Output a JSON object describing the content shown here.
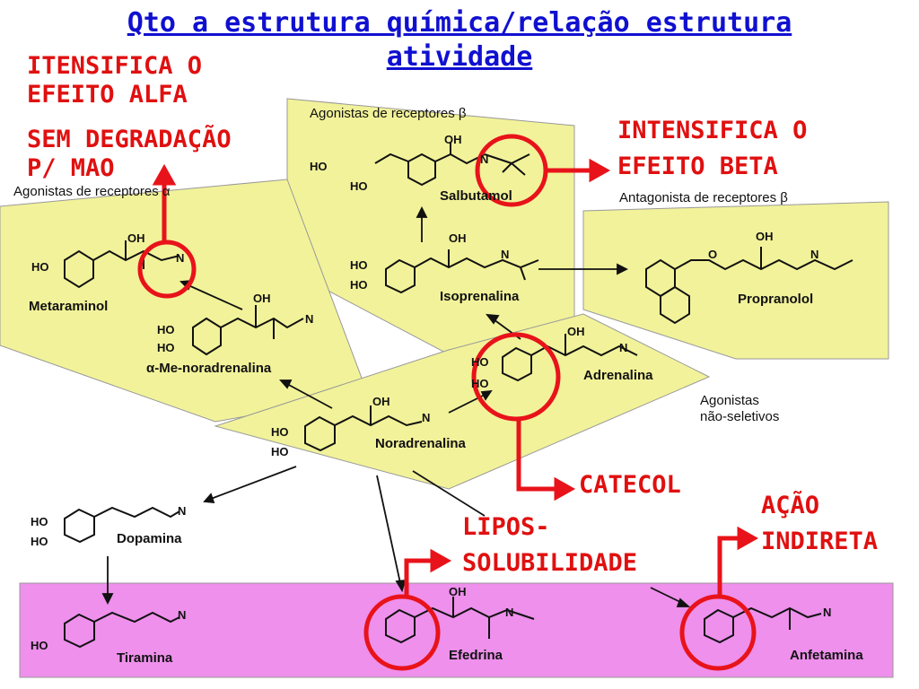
{
  "title": {
    "line1": "Qto a estrutura química/relação estrutura",
    "line2": "atividade"
  },
  "annotations": {
    "alfa_line1": "ITENSIFICA O",
    "alfa_line2": "EFEITO ALFA",
    "mao_line1": "SEM DEGRADAÇÃO",
    "mao_line2": "P/ MAO",
    "beta_line1": "INTENSIFICA O",
    "beta_line2": "EFEITO BETA",
    "catecol": "CATECOL",
    "lipo_line1": "LIPOS-",
    "lipo_line2": "SOLUBILIDADE",
    "acao_line1": "AÇÃO",
    "acao_line2": "INDIRETA"
  },
  "panels": {
    "beta_agonists": "Agonistas de receptores β",
    "alpha_agonists": "Agonistas de receptores α",
    "beta_antagonist": "Antagonista de receptores β",
    "nonselective_line1": "Agonistas",
    "nonselective_line2": "não-seletivos"
  },
  "compounds": {
    "salbutamol": "Salbutamol",
    "isoprenalina": "Isoprenalina",
    "propranolol": "Propranolol",
    "metaraminol": "Metaraminol",
    "me_noradrenalina": "α-Me-noradrenalina",
    "adrenalina": "Adrenalina",
    "noradrenalina": "Noradrenalina",
    "dopamina": "Dopamina",
    "tiramina": "Tiramina",
    "efedrina": "Efedrina",
    "anfetamina": "Anfetamina"
  },
  "atoms": {
    "ho": "HO",
    "oh": "OH",
    "n": "N",
    "o": "O"
  },
  "colors": {
    "title": "#1010d0",
    "annotation": "#e01010",
    "yellow_panel": "#f2f29a",
    "pink_panel": "#ee90ec"
  }
}
